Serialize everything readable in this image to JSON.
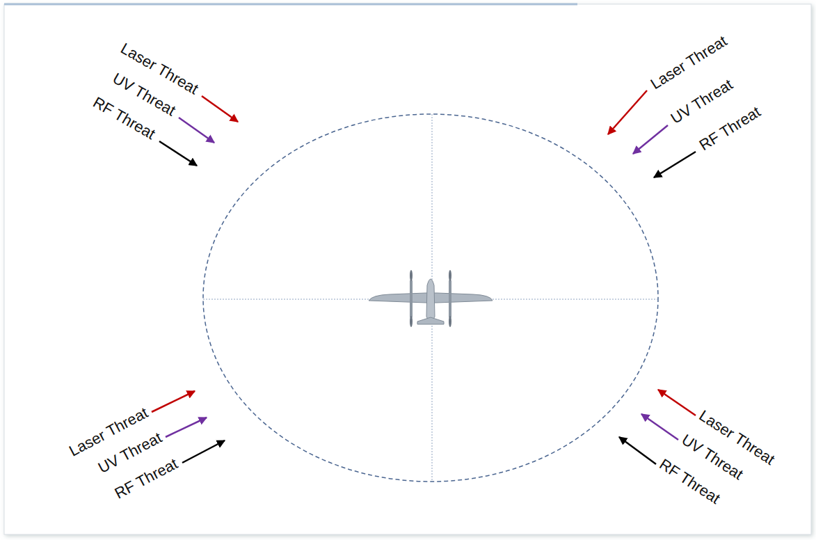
{
  "diagram": {
    "labels": [
      "Laser Threat",
      "UV Threat",
      "RF Threat",
      "Laser Threat",
      "UV Threat",
      "RF Threat",
      "Laser Threat",
      "UV Threat",
      "RF Threat",
      "Laser Threat",
      "UV Threat",
      "RF Threat"
    ]
  }
}
